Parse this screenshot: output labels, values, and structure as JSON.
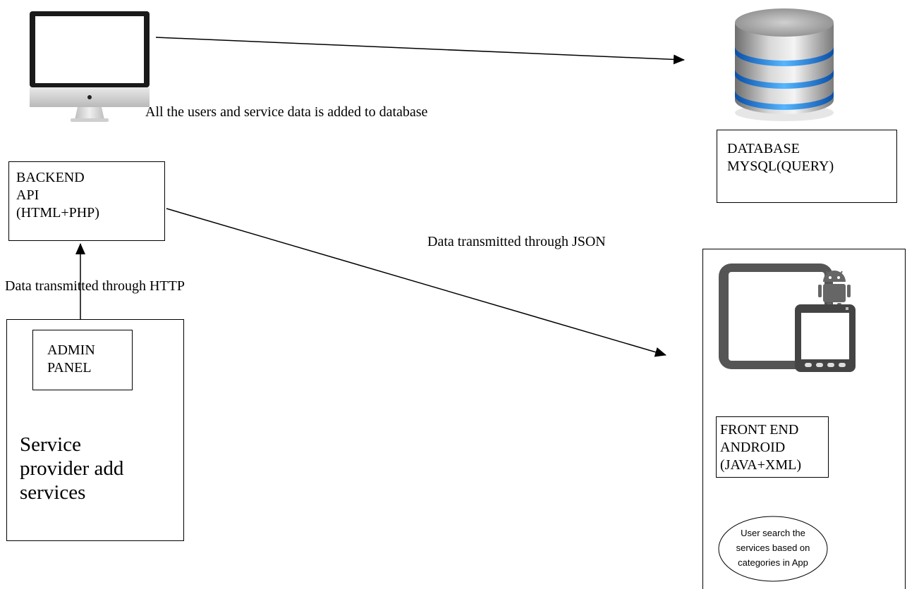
{
  "monitor_caption": "All the users and service data is added to database",
  "database": {
    "line1": "DATABASE",
    "line2": "MYSQL(QUERY)"
  },
  "backend": {
    "line1": "BACKEND",
    "line2": "API",
    "line3": "(HTML+PHP)"
  },
  "json_caption": "Data transmitted through JSON",
  "http_caption": "Data transmitted through HTTP",
  "admin": {
    "line1": "ADMIN",
    "line2": "PANEL"
  },
  "service_provider": "Service\nprovider add\nservices",
  "frontend": {
    "line1": "FRONT END",
    "line2": "ANDROID",
    "line3": "(JAVA+XML)"
  },
  "user_search": "User search the\nservices based on\ncategories in App",
  "icons": {
    "computer": "imac-computer-icon",
    "database": "database-stack-icon",
    "devices": "android-tablet-phone-icon"
  }
}
